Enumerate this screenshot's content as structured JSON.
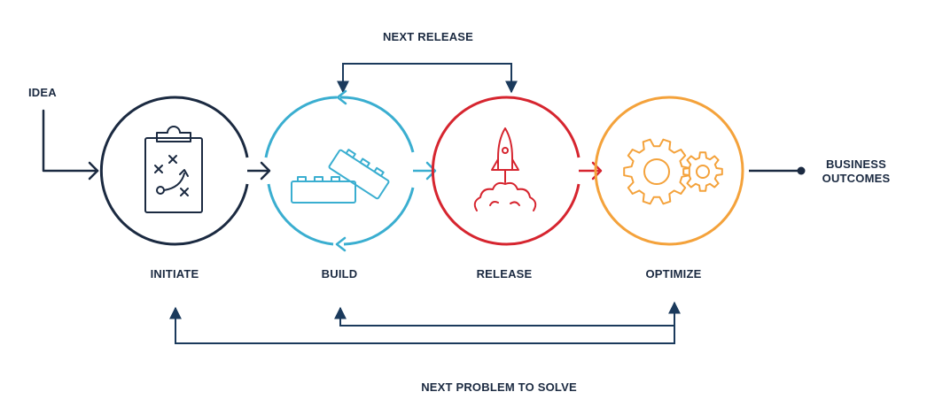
{
  "labels": {
    "next_release": "NEXT RELEASE",
    "idea": "IDEA",
    "business_outcomes_line1": "BUSINESS",
    "business_outcomes_line2": "OUTCOMES",
    "next_problem": "NEXT PROBLEM TO SOLVE"
  },
  "stages": [
    {
      "label": "INITIATE",
      "color": "#1b2a41",
      "icon": "clipboard-play-icon"
    },
    {
      "label": "BUILD",
      "color": "#3aaed0",
      "icon": "building-blocks-icon"
    },
    {
      "label": "RELEASE",
      "color": "#d6252f",
      "icon": "rocket-icon"
    },
    {
      "label": "OPTIMIZE",
      "color": "#f4a23b",
      "icon": "gears-icon"
    }
  ],
  "colors": {
    "navy": "#1b2a41",
    "line": "#1b3a5c"
  }
}
